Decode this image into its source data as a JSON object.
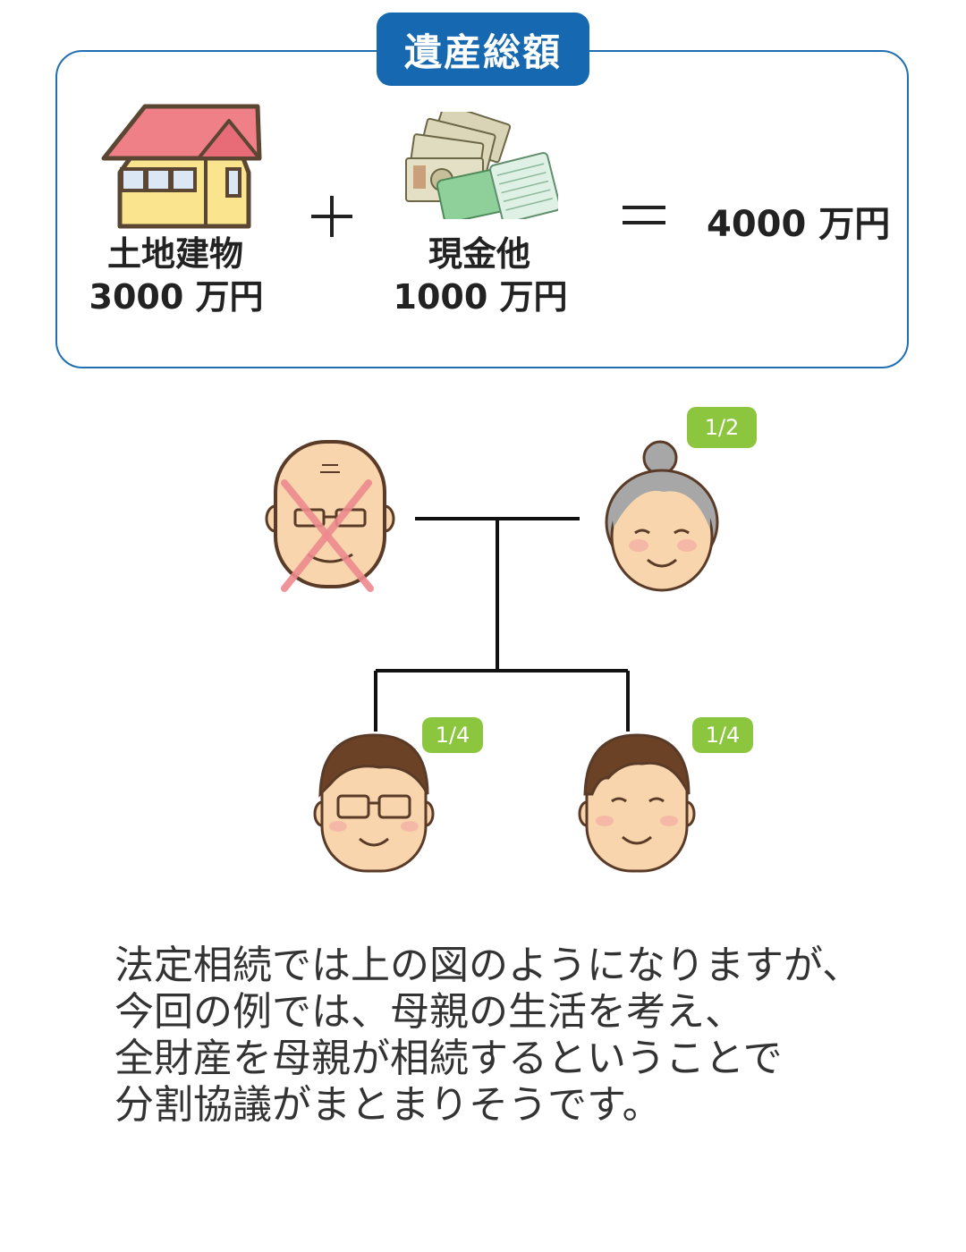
{
  "estate": {
    "title": "遺産総額",
    "land": {
      "label": "土地建物",
      "amount": "3000 万円"
    },
    "cash": {
      "label": "現金他",
      "amount": "1000 万円"
    },
    "total": "4000 万円"
  },
  "shares": {
    "mother": "1/2",
    "child1": "1/4",
    "child2": "1/4"
  },
  "explanation": [
    "法定相続では上の図のようになりますが、",
    "今回の例では、母親の生活を考え、",
    "全財産を母親が相続するということで",
    "分割協議がまとまりそうです。"
  ],
  "colors": {
    "accent_blue": "#1668b0",
    "badge_green": "#8cc63f",
    "deceased_cross": "#ee8a8e"
  }
}
